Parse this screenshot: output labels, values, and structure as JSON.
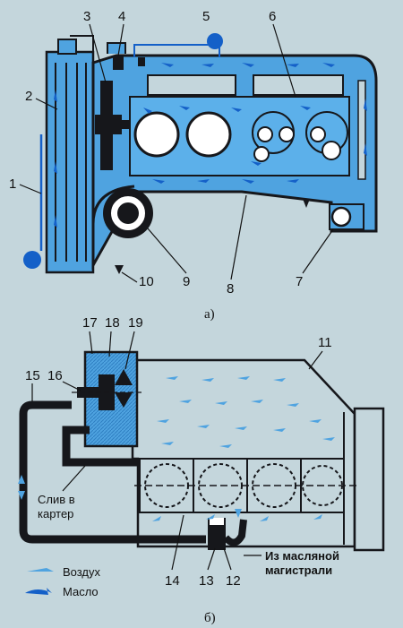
{
  "figure_a": {
    "caption": "а)",
    "callouts": [
      "1",
      "2",
      "3",
      "4",
      "5",
      "6",
      "7",
      "8",
      "9",
      "10"
    ]
  },
  "figure_b": {
    "caption": "б)",
    "callouts": [
      "11",
      "12",
      "13",
      "14",
      "15",
      "16",
      "17",
      "18",
      "19"
    ],
    "drain_label_line1": "Слив в",
    "drain_label_line2": "картер",
    "oil_main_label_line1": "Из масляной",
    "oil_main_label_line2": "магистрали",
    "legend": [
      {
        "label": "Воздух"
      },
      {
        "label": "Масло"
      }
    ]
  },
  "colors": {
    "background": "#c4d6dc",
    "coolant_blue": "#4fa3e0",
    "arrow_blue": "#1460c8",
    "dark": "#16171b"
  }
}
